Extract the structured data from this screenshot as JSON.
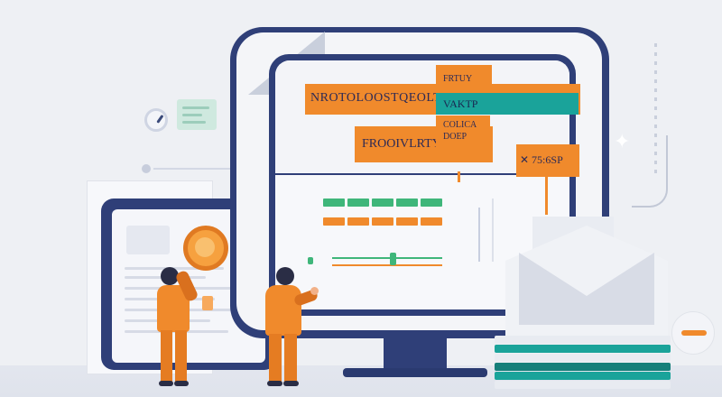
{
  "colors": {
    "navy": "#2f3f78",
    "orange": "#f08a2c",
    "teal": "#1aa39a",
    "green": "#3fb67a",
    "background": "#eef0f4"
  },
  "screen_cards": {
    "header_label": "NROTOLOOSTQEOLT",
    "top_right_label": "FRTUY",
    "teal_label": "VAKTP",
    "small_label_line1": "COLICA",
    "small_label_line2": "DOEP",
    "recovery_label": "FROOIVLRTY",
    "side_tag_label": "✕ 75:6SP"
  },
  "icons": {
    "gauge": "gauge-icon",
    "magnifier": "magnifier-icon",
    "sparkle": "sparkle-icon",
    "minus": "minus-circle-icon"
  }
}
